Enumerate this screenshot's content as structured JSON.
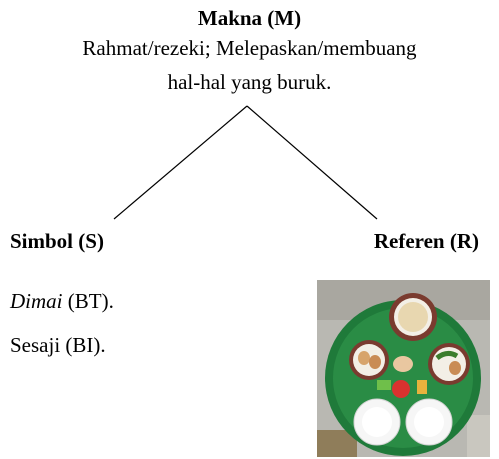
{
  "top_node": {
    "title": "Makna (M)",
    "description_line1": "Rahmat/rezeki; Melepaskan/membuang",
    "description_line2": "hal-hal yang buruk."
  },
  "left_node": {
    "title": "Simbol (S)",
    "examples": [
      {
        "term": "Dimai",
        "suffix": " (BT)."
      },
      {
        "text": "Sesaji (BI)."
      }
    ]
  },
  "right_node": {
    "title": "Referen (R)",
    "image": "photo-of-offering-tray"
  },
  "colors": {
    "text": "#000000",
    "background": "#ffffff",
    "tray_green": "#1f7a3a"
  }
}
